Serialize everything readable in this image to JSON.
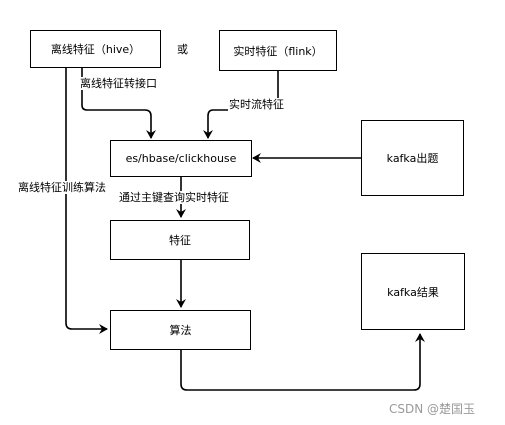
{
  "nodes": {
    "offline_feature": "离线特征（hive）",
    "realtime_feature": "实时特征（flink）",
    "storage": "es/hbase/clickhouse",
    "kafka_input": "kafka出题",
    "feature": "特征",
    "algorithm": "算法",
    "kafka_result": "kafka结果"
  },
  "labels": {
    "or": "或",
    "offline_to_interface": "离线特征转接口",
    "realtime_stream": "实时流特征",
    "offline_training": "离线特征训练算法",
    "query_by_key": "通过主键查询实时特征"
  },
  "watermark": "CSDN @楚国玉",
  "colors": {
    "stroke": "#000000",
    "background": "#ffffff",
    "watermark": "#9a9a9a"
  }
}
